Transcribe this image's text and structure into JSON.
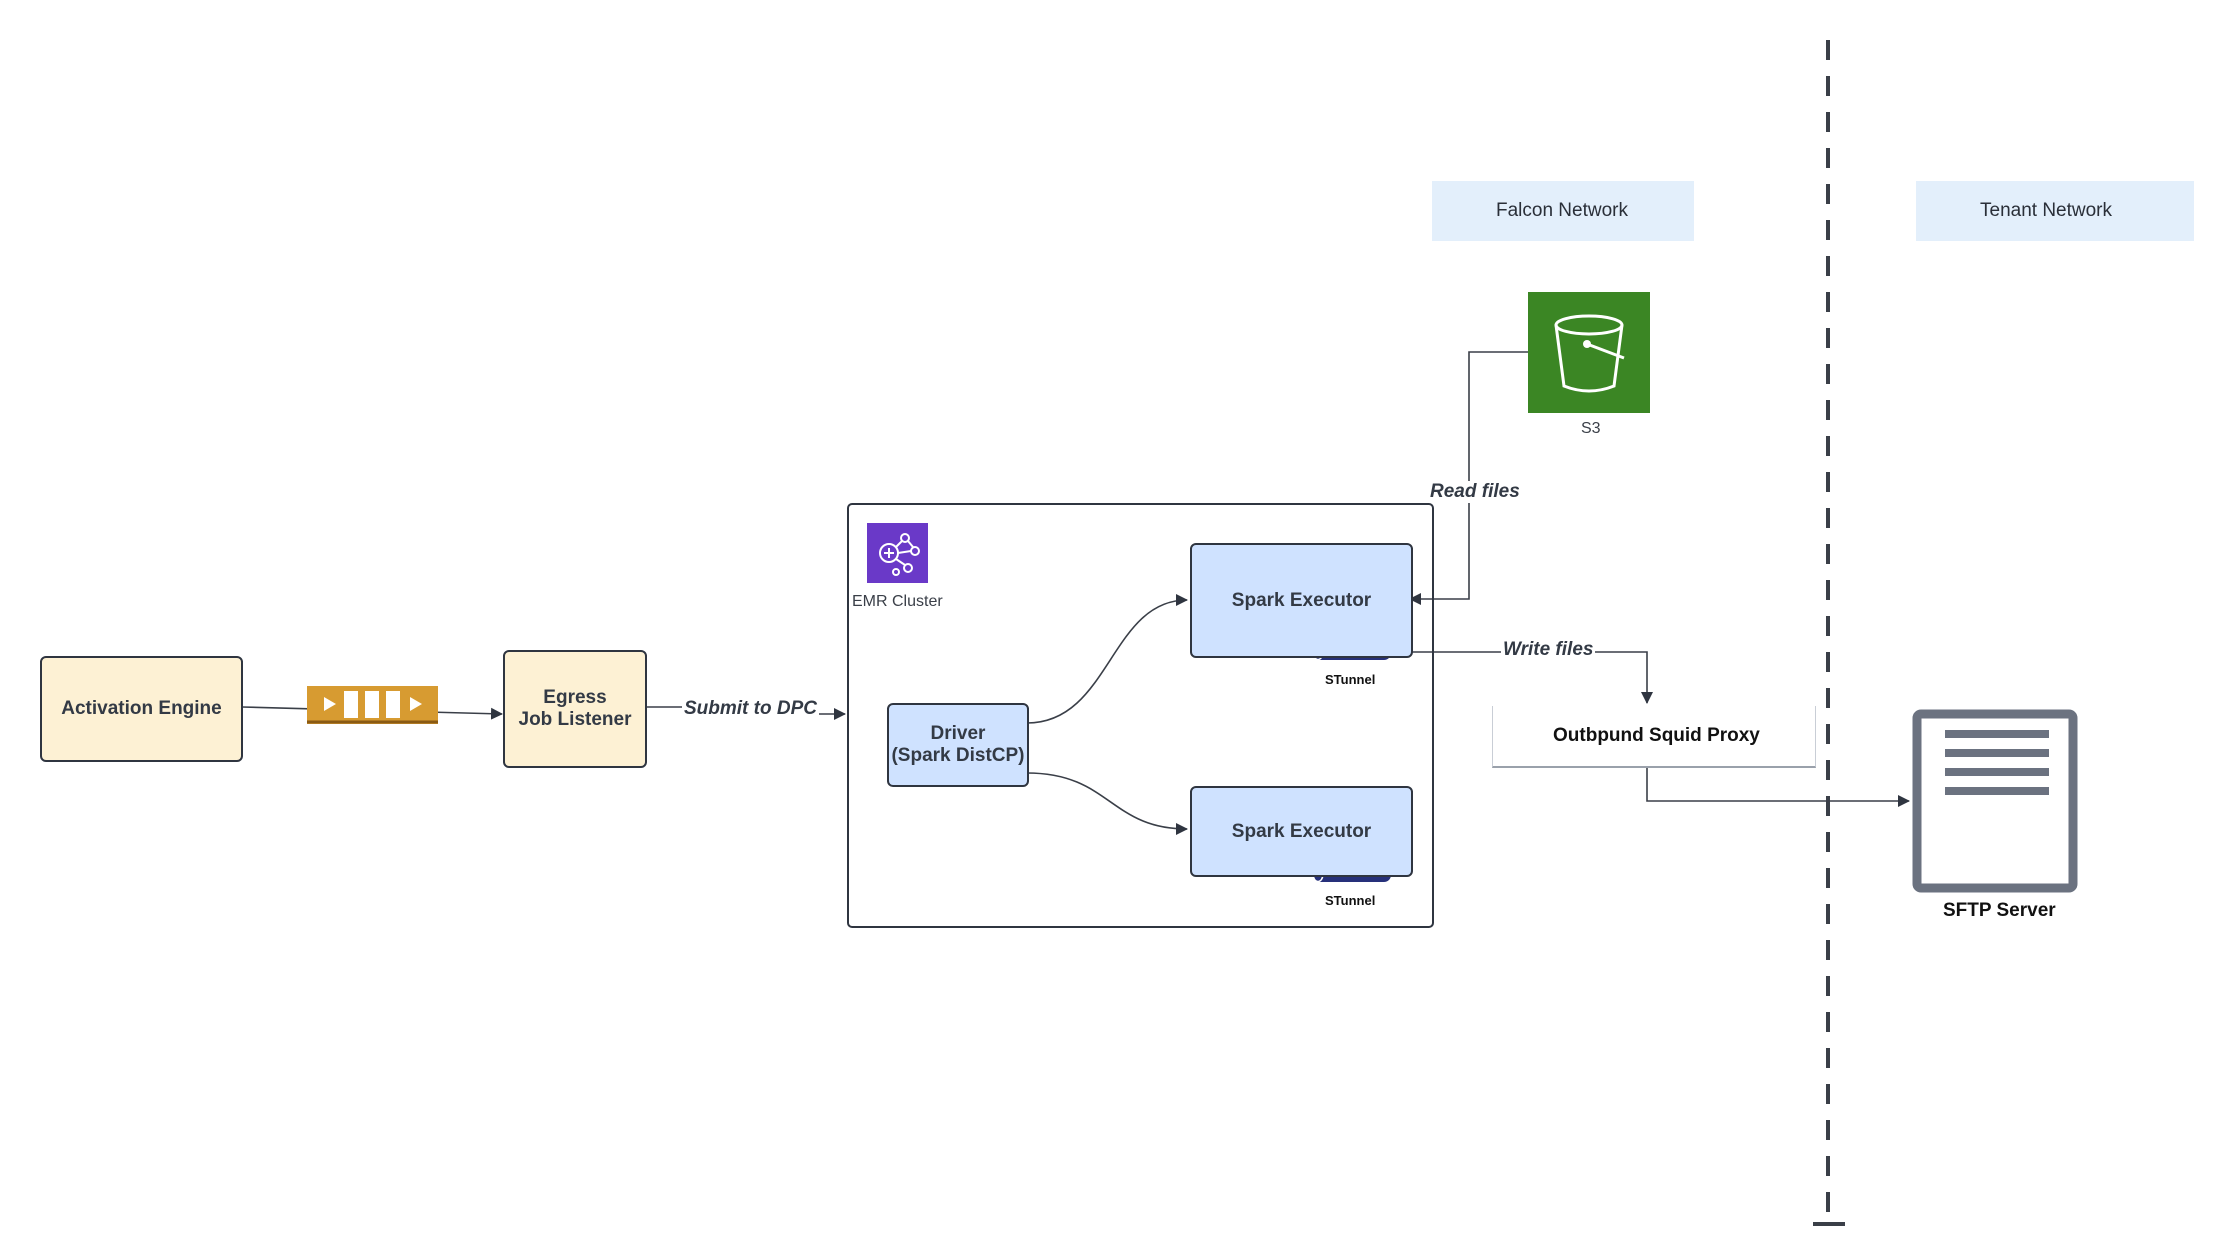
{
  "networks": {
    "falcon": {
      "label": "Falcon Network",
      "icon": "network-hexagon-icon"
    },
    "tenant": {
      "label": "Tenant Network",
      "icon": "network-hexagon-icon"
    }
  },
  "nodes": {
    "activation_engine": "Activation Engine",
    "egress_listener": "Egress\nJob Listener",
    "driver": "Driver\n(Spark DistCP)",
    "executor_top": "Spark Executor",
    "executor_bottom": "Spark Executor",
    "proxy": "Outbpund Squid Proxy",
    "s3": "S3",
    "emr": "EMR Cluster",
    "sftp": "SFTP Server",
    "stunnel_top": "STunnel",
    "stunnel_bottom": "STunnel"
  },
  "edges": {
    "submit": "Submit to DPC",
    "read": "Read files",
    "write": "Write files"
  },
  "colors": {
    "cream": "#fdf1d4",
    "blue": "#cfe2ff",
    "s3_green": "#3b8624",
    "emr_purple": "#6a39c8",
    "queue_gold": "#d79b31",
    "stunnel_navy": "#26307a",
    "network_icon_blue": "#4a89f3",
    "sftp_gray": "#6b7280",
    "outline": "#2f3540"
  }
}
